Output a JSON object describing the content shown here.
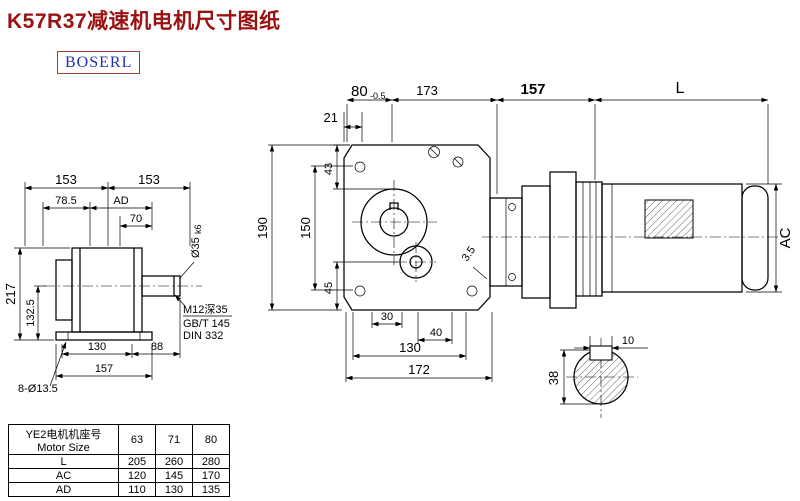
{
  "page": {
    "title": "K57R37减速机电机尺寸图纸",
    "brand": "BOSERL"
  },
  "dims": {
    "side_top_w1": "153",
    "side_top_w2": "153",
    "side_78_5": "78.5",
    "side_ad": "AD",
    "side_70": "70",
    "side_height": "217",
    "side_132": "132.5",
    "side_bottom_130": "130",
    "side_bottom_88": "88",
    "side_bottom_157": "157",
    "side_holes": "8-Ø13.5",
    "shaft_dia": "Ø35",
    "shaft_fit": "k6",
    "thread_note1": "M12深35",
    "thread_note2": "GB/T 145",
    "thread_note3": "DIN 332",
    "front_80": "80",
    "front_80_tol": "-0.5",
    "front_21": "21",
    "front_43": "43",
    "front_190": "190",
    "front_150": "150",
    "front_45": "45",
    "front_3_5": "3.5",
    "front_30": "30",
    "front_40": "40",
    "front_130": "130",
    "front_172": "172",
    "top_173": "173",
    "top_157": "157",
    "top_L": "L",
    "motor_ac": "AC",
    "section_10": "10",
    "section_38": "38"
  },
  "table": {
    "header_cn": "YE2电机机座号",
    "header_en": "Motor Size",
    "sizes": [
      "63",
      "71",
      "80"
    ],
    "rows": [
      {
        "label": "L",
        "values": [
          "205",
          "260",
          "280"
        ]
      },
      {
        "label": "AC",
        "values": [
          "120",
          "145",
          "170"
        ]
      },
      {
        "label": "AD",
        "values": [
          "110",
          "130",
          "135"
        ]
      }
    ]
  }
}
